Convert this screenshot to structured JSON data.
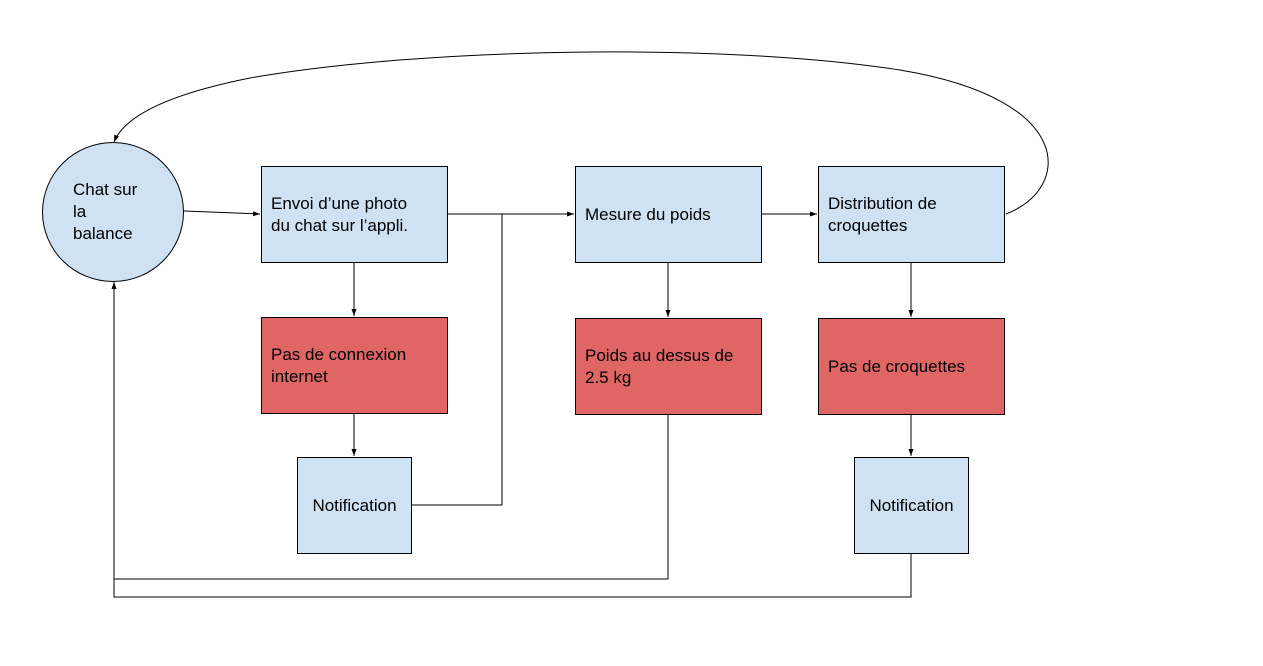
{
  "nodes": {
    "chat_balance": {
      "label": "Chat sur\nla\nbalance"
    },
    "envoi_photo": {
      "label": "Envoi d’une photo\ndu chat sur l’appli."
    },
    "mesure_poids": {
      "label": "Mesure du poids"
    },
    "distribution": {
      "label": "Distribution de\ncroquettes"
    },
    "pas_connexion": {
      "label": "Pas de connexion\ninternet"
    },
    "poids_dessus": {
      "label": "Poids au dessus de\n2.5 kg"
    },
    "pas_croquettes": {
      "label": "Pas de croquettes"
    },
    "notification_1": {
      "label": "Notification"
    },
    "notification_2": {
      "label": "Notification"
    }
  },
  "colors": {
    "normal_fill": "#cfe2f3",
    "alert_fill": "#e06666",
    "stroke": "#000000"
  }
}
